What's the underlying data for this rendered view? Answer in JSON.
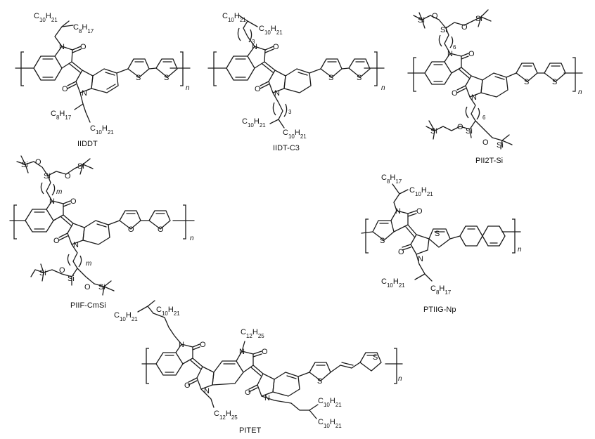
{
  "polymers": [
    {
      "name": "IIDDT",
      "sidechains": [
        "C10H21",
        "C8H17",
        "C8H17",
        "C10H21"
      ],
      "atoms": {
        "n1": "N",
        "n2": "N",
        "o1": "O",
        "o2": "O",
        "s1": "S",
        "s2": "S"
      },
      "repeat": "n"
    },
    {
      "name": "IIDT-C3",
      "sidechains": [
        "C10H21",
        "C10H21",
        "C10H21",
        "C10H21"
      ],
      "counts": [
        "3",
        "3"
      ],
      "atoms": {
        "n1": "N",
        "n2": "N",
        "o1": "O",
        "o2": "O",
        "s1": "S",
        "s2": "S"
      },
      "repeat": "n"
    },
    {
      "name": "PII2T-Si",
      "counts": [
        "6",
        "6"
      ],
      "siloxane": {
        "si": "Si",
        "o": "O"
      },
      "atoms": {
        "n1": "N",
        "n2": "N",
        "o1": "O",
        "o2": "O",
        "s1": "S",
        "s2": "S"
      },
      "repeat": "n"
    },
    {
      "name": "PIIF-CmSi",
      "counts": [
        "m",
        "m"
      ],
      "siloxane": {
        "si": "Si",
        "o": "O"
      },
      "atoms": {
        "n1": "N",
        "n2": "N",
        "o1": "O",
        "o2": "O",
        "f1": "O",
        "f2": "O"
      },
      "repeat": "n"
    },
    {
      "name": "PTIIG-Np",
      "sidechains": [
        "C8H17",
        "C10H21",
        "C10H21",
        "C8H17"
      ],
      "atoms": {
        "n1": "N",
        "n2": "N",
        "o1": "O",
        "o2": "O",
        "s1": "S",
        "s2": "S"
      },
      "repeat": "n"
    },
    {
      "name": "PITET",
      "sidechains": [
        "C10H21",
        "C10H21",
        "C12H25",
        "C12H25",
        "C10H21",
        "C10H21"
      ],
      "atoms": {
        "n1": "N",
        "n2": "N",
        "n3": "N",
        "n4": "N",
        "o1": "O",
        "o2": "O",
        "o3": "O",
        "o4": "O",
        "s1": "S",
        "s2": "S"
      },
      "repeat": "n"
    }
  ]
}
